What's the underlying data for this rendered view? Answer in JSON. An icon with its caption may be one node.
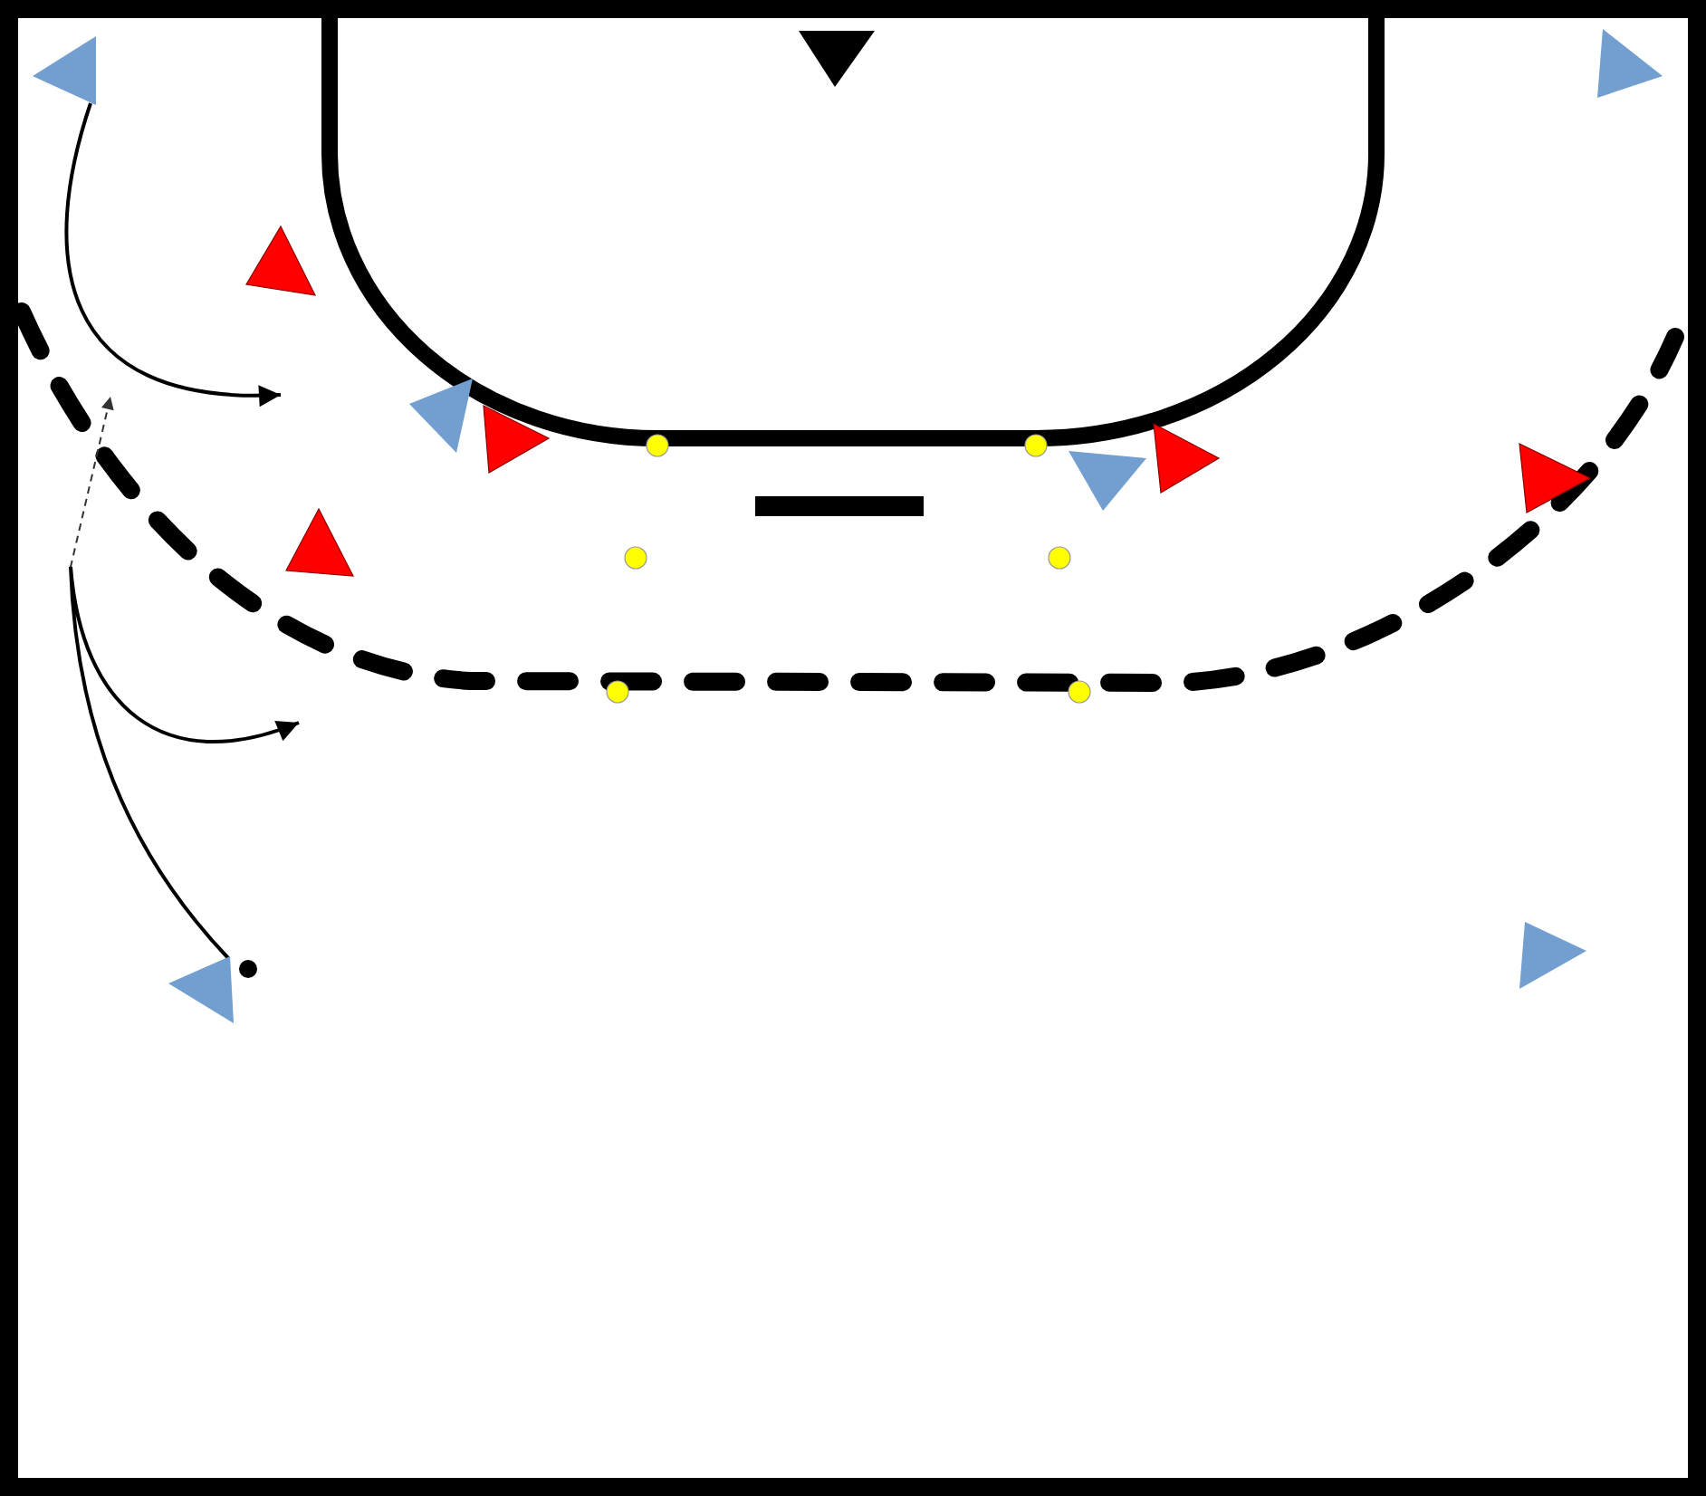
{
  "diagram": {
    "nodes": [
      {
        "text": [],
        "shape": "triangle"
      },
      {
        "text": [],
        "shape": "triangle"
      },
      {
        "text": [],
        "shape": "triangle"
      },
      {
        "text": [],
        "shape": "triangle"
      },
      {
        "text": [],
        "shape": "triangle"
      },
      {
        "text": [],
        "shape": "triangle"
      },
      {
        "text": [],
        "shape": "circle"
      },
      {
        "text": [],
        "shape": "circle"
      },
      {
        "text": [],
        "shape": "triangle"
      },
      {
        "text": [],
        "shape": "triangle"
      },
      {
        "text": [],
        "shape": "triangle"
      },
      {
        "text": [],
        "shape": "triangle"
      },
      {
        "text": [],
        "shape": "circle"
      },
      {
        "text": [],
        "shape": "circle"
      },
      {
        "text": [],
        "shape": "circle"
      },
      {
        "text": [],
        "shape": "circle"
      },
      {
        "text": [],
        "shape": "triangle"
      },
      {
        "text": [],
        "shape": "circle"
      },
      {
        "text": [],
        "shape": "triangle"
      }
    ],
    "edges": [
      {
        "from": 0,
        "to": null,
        "arrow": "to"
      },
      {
        "from": 16,
        "to": null,
        "arrow": "to"
      },
      {
        "from": 16,
        "to": null,
        "arrow": "to",
        "style": "dashed"
      }
    ]
  }
}
